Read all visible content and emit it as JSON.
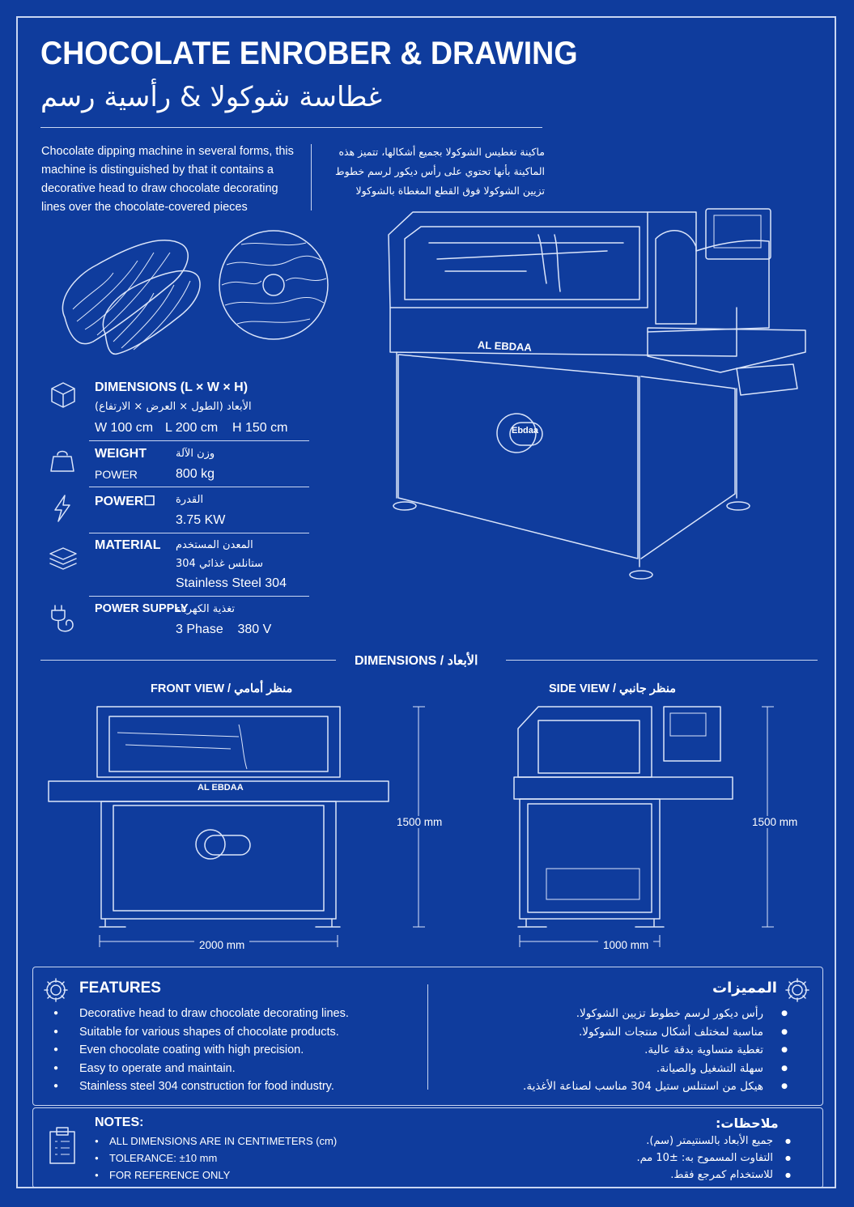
{
  "header": {
    "title_en": "CHOCOLATE ENROBER & DRAWING",
    "title_ar": "غطاسة شوكولا & رأسية رسم"
  },
  "intro": {
    "en": "Chocolate dipping machine in several forms, this machine is distinguished by that it contains a decorative head to draw chocolate decorating lines over the chocolate-covered pieces",
    "ar": "ماكينة تغطيس الشوكولا بجميع أشكالها، تتميز هذه الماكينة بأنها تحتوي على رأس ديكور لرسم خطوط تزيين الشوكولا فوق القطع المغطاة بالشوكولا"
  },
  "machine": {
    "brand_label": "AL EBDAA",
    "logo_text": "Ebdaa"
  },
  "specs": [
    {
      "icon": "cube-dimensions-icon",
      "label": "DIMENSIONS (L × W × H)",
      "label_ar": "الأبعاد (الطول × العرض × الارتفاع)",
      "values": [
        "W 100 cm",
        "L 200 cm",
        "H 150 cm"
      ]
    },
    {
      "icon": "weight-icon",
      "label": "WEIGHT",
      "sublabel": "POWER",
      "label_ar": "وزن الآلة",
      "value": "800 kg"
    },
    {
      "icon": "lightning-icon",
      "label": "POWER☐",
      "label_ar": "القدرة",
      "value": "3.75 KW"
    },
    {
      "icon": "layers-icon",
      "label": "MATERIAL",
      "label_ar": "المعدن المستخدم",
      "value_ar": "ستانلس غذائي 304",
      "value": "Stainless Steel 304"
    },
    {
      "icon": "plug-icon",
      "label": "POWER SUPPLY",
      "label_ar": "تغذية الكهرباء",
      "value": "3 Phase    380 V"
    }
  ],
  "dimensions_section": {
    "title": "DIMENSIONS / الأبعاد",
    "front_view": "FRONT VIEW / منظر أمامي",
    "side_view": "SIDE VIEW / منظر جانبي",
    "front_width": "2000 mm",
    "front_height": "1500 mm",
    "side_width": "1000 mm",
    "side_height": "1500 mm"
  },
  "features": {
    "title_en": "FEATURES",
    "title_ar": "المميزات",
    "items_en": [
      "Decorative head to draw chocolate decorating lines.",
      "Suitable for various shapes of chocolate products.",
      "Even chocolate coating with high precision.",
      "Easy to operate and maintain.",
      "Stainless steel 304 construction for food industry."
    ],
    "items_ar": [
      "رأس ديكور لرسم خطوط تزيين الشوكولا.",
      "مناسبة لمختلف أشكال منتجات الشوكولا.",
      "تغطية متساوية بدقة عالية.",
      "سهلة التشغيل والصيانة.",
      "هيكل من استنلس ستيل 304 مناسب لصناعة الأغذية."
    ]
  },
  "notes": {
    "title_en": "NOTES:",
    "title_ar": "ملاحظات:",
    "items_en": [
      "ALL DIMENSIONS ARE IN CENTIMETERS (cm)",
      "TOLERANCE: ±10 mm",
      "FOR REFERENCE ONLY"
    ],
    "items_ar": [
      "جميع الأبعاد بالسنتيمتر (سم).",
      "التفاوت المسموح به: ±10 مم.",
      "للاستخدام كمرجع فقط."
    ]
  },
  "colors": {
    "background": "#0f3c9d",
    "line": "#dbe5fa",
    "border": "#c9d6f2"
  }
}
